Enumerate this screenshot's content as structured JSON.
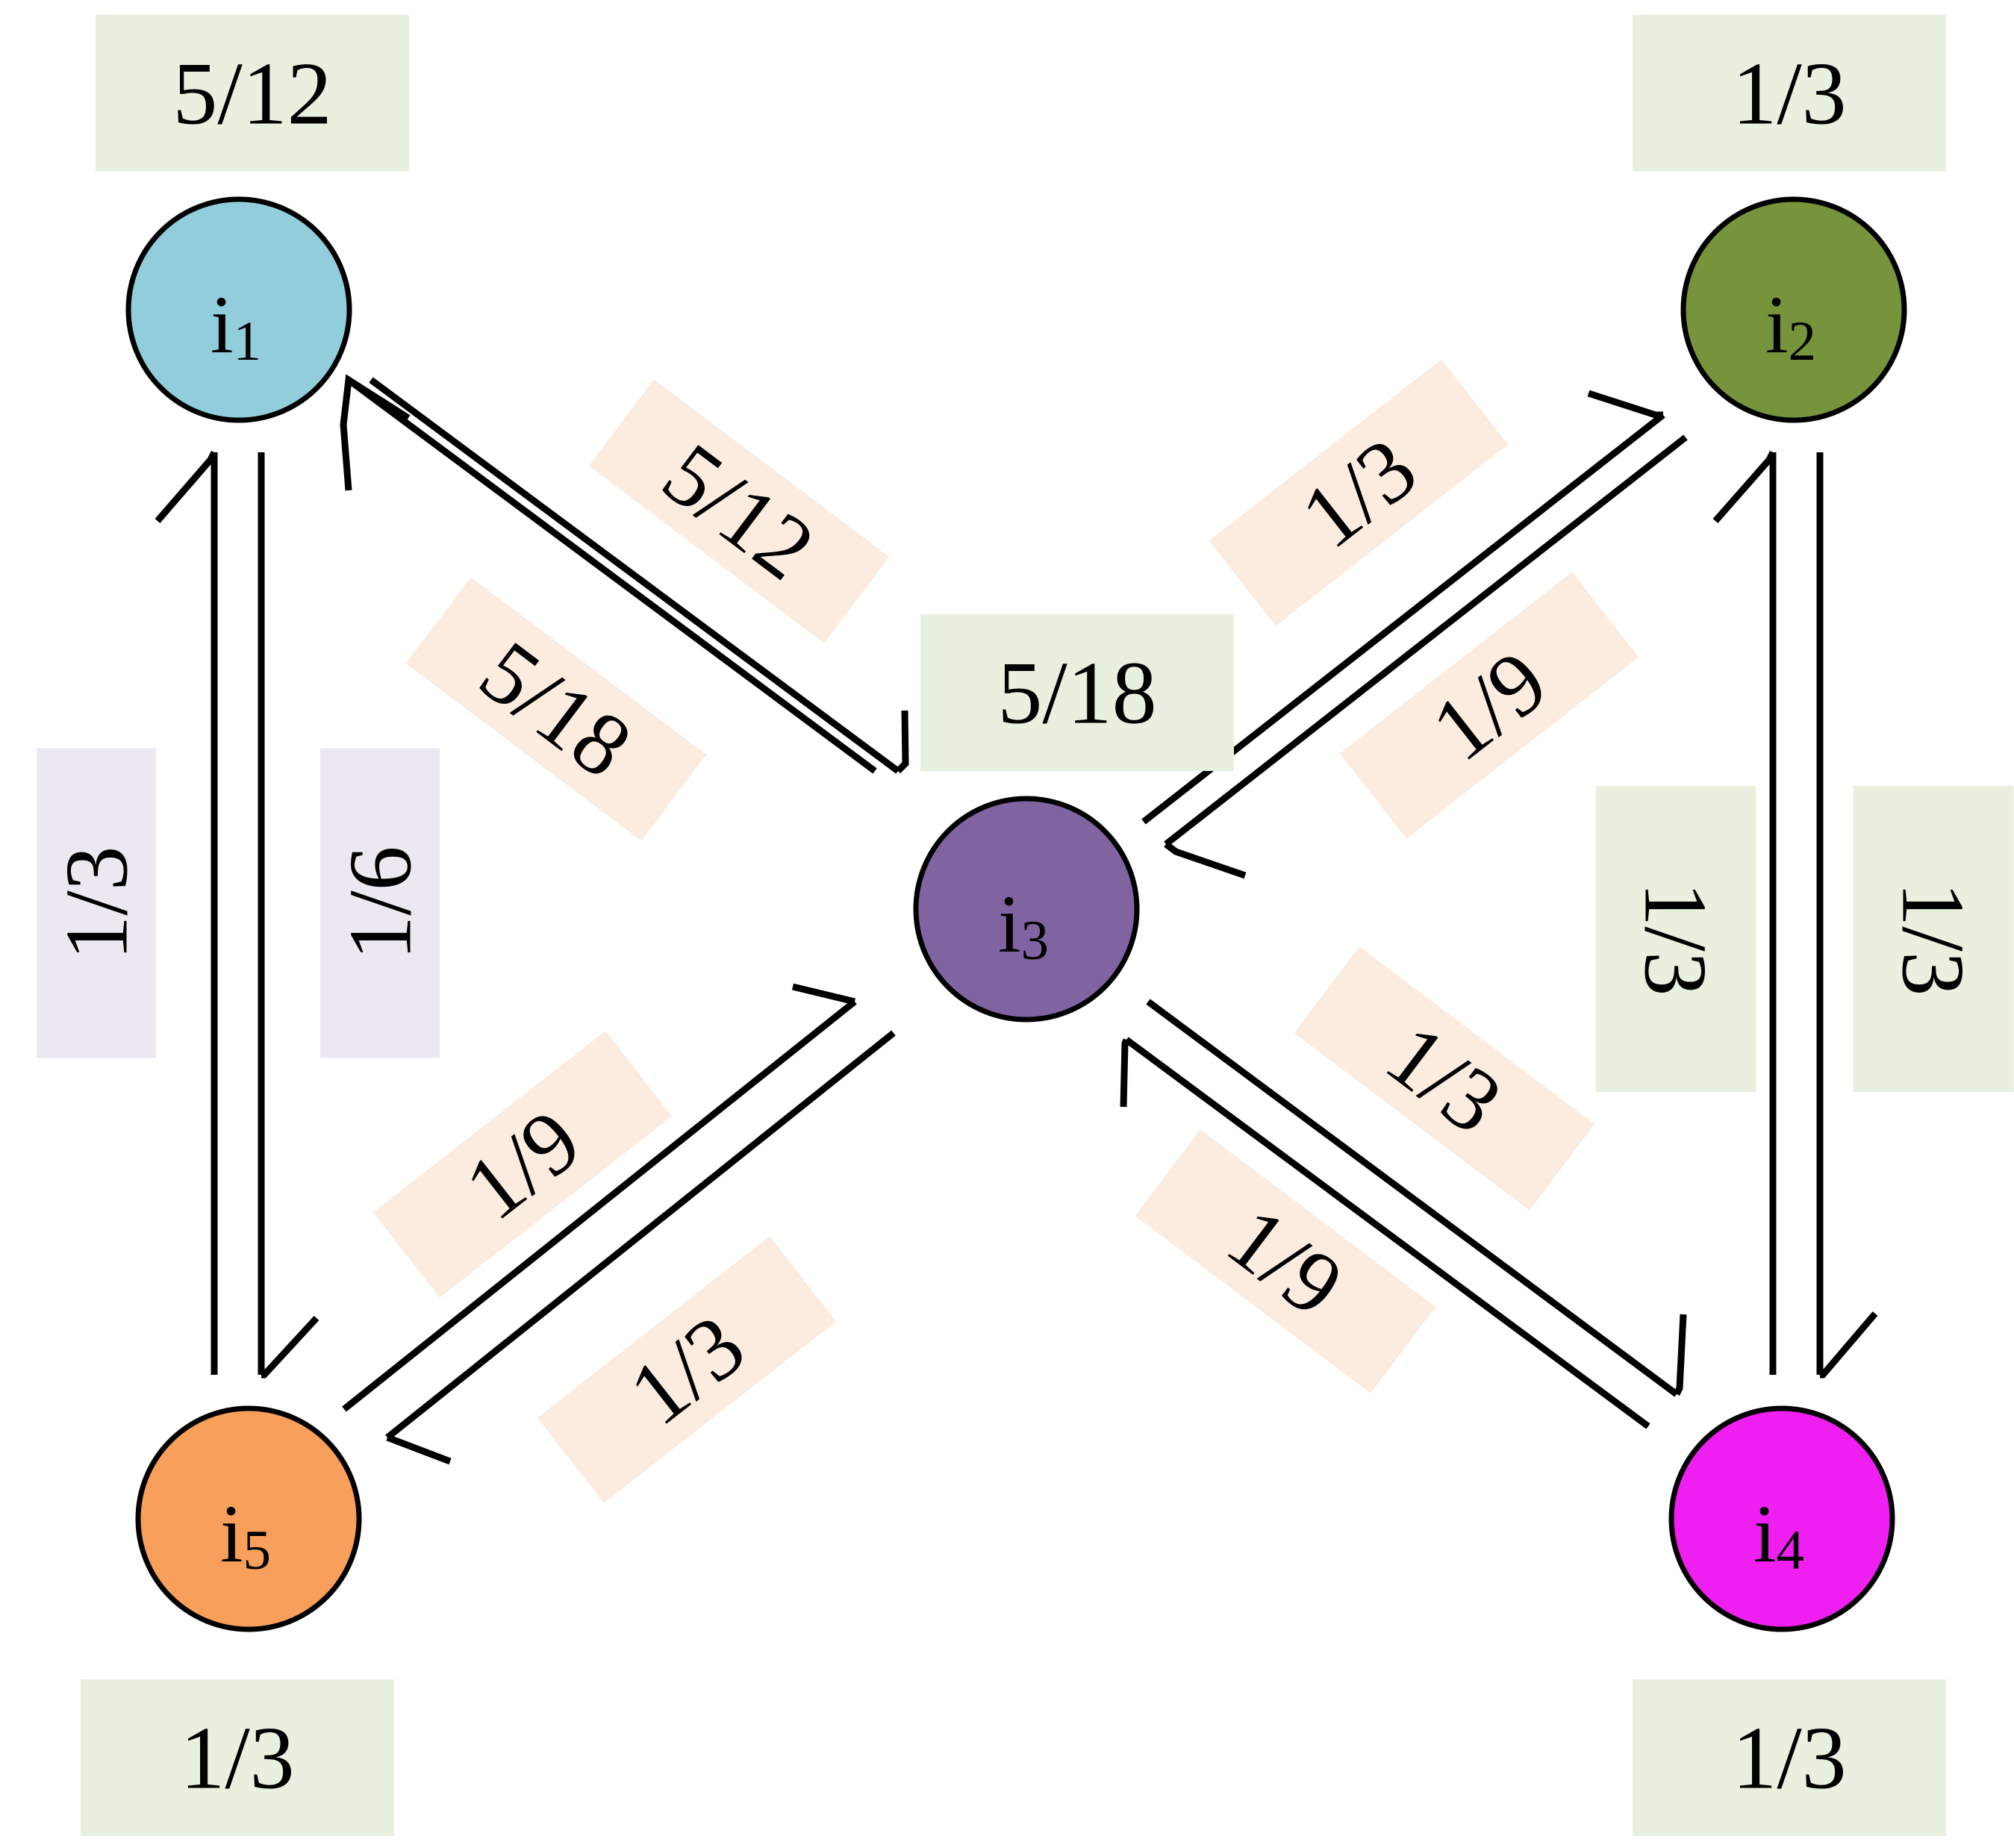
{
  "nodes": [
    {
      "id": "i1",
      "base": "i",
      "sub": "1",
      "color": "#92cddc",
      "value": "5/12"
    },
    {
      "id": "i2",
      "base": "i",
      "sub": "2",
      "color": "#77933c",
      "value": "1/3"
    },
    {
      "id": "i3",
      "base": "i",
      "sub": "3",
      "color": "#8064a2",
      "value": "5/18"
    },
    {
      "id": "i4",
      "base": "i",
      "sub": "4",
      "color": "#ee1ff0",
      "value": "1/3"
    },
    {
      "id": "i5",
      "base": "i",
      "sub": "5",
      "color": "#f79f5b",
      "value": "1/3"
    }
  ],
  "edges": [
    {
      "from": "i3",
      "to": "i1",
      "weight": "5/12"
    },
    {
      "from": "i1",
      "to": "i3",
      "weight": "5/18"
    },
    {
      "from": "i3",
      "to": "i2",
      "weight": "1/3"
    },
    {
      "from": "i2",
      "to": "i3",
      "weight": "1/9"
    },
    {
      "from": "i5",
      "to": "i1",
      "weight": "1/3"
    },
    {
      "from": "i1",
      "to": "i5",
      "weight": "1/6"
    },
    {
      "from": "i5",
      "to": "i3",
      "weight": "1/9"
    },
    {
      "from": "i3",
      "to": "i5",
      "weight": "1/3"
    },
    {
      "from": "i4",
      "to": "i3",
      "weight": "1/9"
    },
    {
      "from": "i3",
      "to": "i4",
      "weight": "1/3"
    },
    {
      "from": "i4",
      "to": "i2",
      "weight": "1/3"
    },
    {
      "from": "i2",
      "to": "i4",
      "weight": "1/3"
    }
  ],
  "colors": {
    "node_value_bg": "#e9f0df",
    "edge_label_bg": "#fcebdf",
    "vertical_label_bg_left": "#ebe8f1",
    "vertical_label_bg_right": "#e9f0df"
  }
}
